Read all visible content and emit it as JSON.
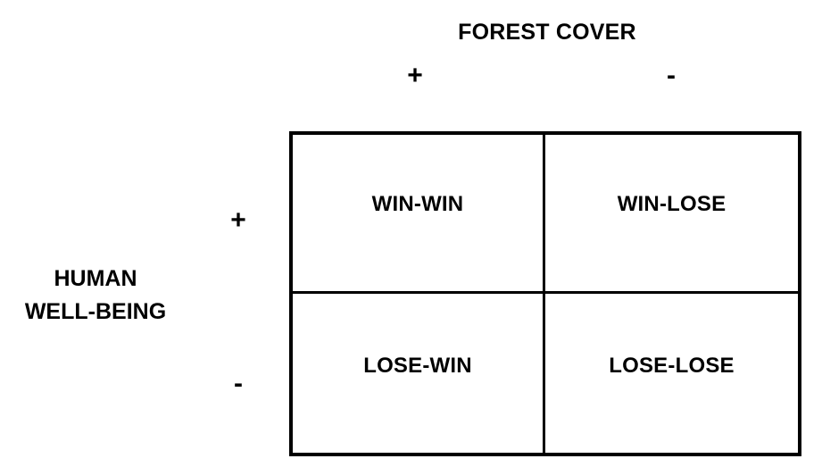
{
  "diagram": {
    "type": "2x2-matrix",
    "column_axis": {
      "title": "FOREST COVER",
      "markers": [
        "+",
        "-"
      ]
    },
    "row_axis": {
      "title_line1": "HUMAN",
      "title_line2": "WELL-BEING",
      "markers": [
        "+",
        "-"
      ]
    },
    "cells": [
      {
        "label": "WIN-WIN",
        "row": "+",
        "column": "+"
      },
      {
        "label": "WIN-LOSE",
        "row": "+",
        "column": "-"
      },
      {
        "label": "LOSE-WIN",
        "row": "-",
        "column": "+"
      },
      {
        "label": "LOSE-LOSE",
        "row": "-",
        "column": "-"
      }
    ],
    "colors": {
      "background": "#ffffff",
      "line": "#000000",
      "text": "#000000"
    }
  }
}
